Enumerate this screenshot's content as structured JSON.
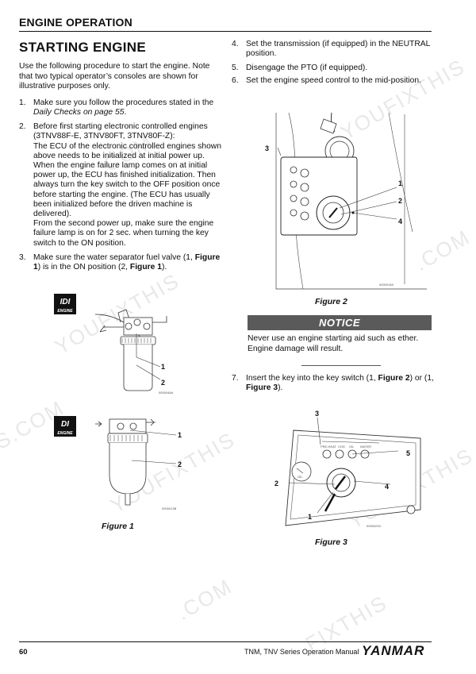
{
  "header": {
    "section_title": "ENGINE OPERATION"
  },
  "page_title": "STARTING ENGINE",
  "intro": "Use the following procedure to start the engine. Note that two typical operator’s consoles are shown for illustrative purposes only.",
  "steps_left": [
    {
      "num": "1.",
      "text": "Make sure you follow the procedures stated in the ",
      "link": "Daily Checks on page 55",
      "after": "."
    },
    {
      "num": "2.",
      "lines": [
        "Before first starting electronic controlled engines (3TNV88F-E, 3TNV80FT, 3TNV80F-Z):",
        "The ECU of the electronic controlled engines shown above needs to be initialized at initial power up. When the engine failure lamp comes on at initial power up, the ECU has finished initialization. Then always turn the key switch to the OFF position once before starting the engine. (The ECU has usually been initialized before the driven machine is delivered).",
        "From the second power up, make sure the engine failure lamp is on for 2 sec. when turning the key switch to the ON position."
      ]
    },
    {
      "num": "3.",
      "t1": "Make sure the water separator fuel valve (1, ",
      "fig1": "Figure 1",
      "t2": ") is in the ON position (2, ",
      "fig2": "Figure 1",
      "t3": ")."
    }
  ],
  "steps_right": [
    {
      "num": "4.",
      "text": "Set the transmission (if equipped) in the NEUTRAL position."
    },
    {
      "num": "5.",
      "text": "Disengage the PTO (if equipped)."
    },
    {
      "num": "6.",
      "text": "Set the engine speed control to the mid-position."
    }
  ],
  "step7": {
    "num": "7.",
    "t1": "Insert the key into the key switch (1, ",
    "fig_a": "Figure 2",
    "t2": ") or (1, ",
    "fig_b": "Figure 3",
    "t3": ")."
  },
  "notice": {
    "label": "NOTICE",
    "text": "Never use an engine starting aid such as ether. Engine damage will result."
  },
  "figures": {
    "fig1": {
      "caption": "Figure 1",
      "idi": {
        "badge_top": "IDI",
        "badge_bottom": "ENGINE",
        "callouts": [
          "1",
          "2"
        ],
        "code": "0000046A"
      },
      "di": {
        "badge_top": "DI",
        "badge_bottom": "ENGINE",
        "callouts": [
          "1",
          "2"
        ],
        "code": "0000013B"
      }
    },
    "fig2": {
      "caption": "Figure 2",
      "callouts": [
        "3",
        "1",
        "2",
        "4"
      ],
      "code": "0000018X"
    },
    "fig3": {
      "caption": "Figure 3",
      "callouts": [
        "3",
        "5",
        "2",
        "4",
        "1"
      ],
      "panel_labels": [
        "PRE-HEAT",
        "CHG",
        "OIL",
        "WATER"
      ],
      "gauge_label": "OIL",
      "code": "0000023C"
    }
  },
  "footer": {
    "page_number": "60",
    "manual_title": "TNM, TNV Series Operation Manual",
    "brand": "YANMAR"
  },
  "watermarks": [
    "YOUFIXTHIS",
    ".COM",
    "YOUFIXTHIS",
    ".COM",
    "S.COM",
    "YOUFIXTHIS",
    "YOUFIXTHIS",
    ".COM",
    "FIXTHIS"
  ]
}
